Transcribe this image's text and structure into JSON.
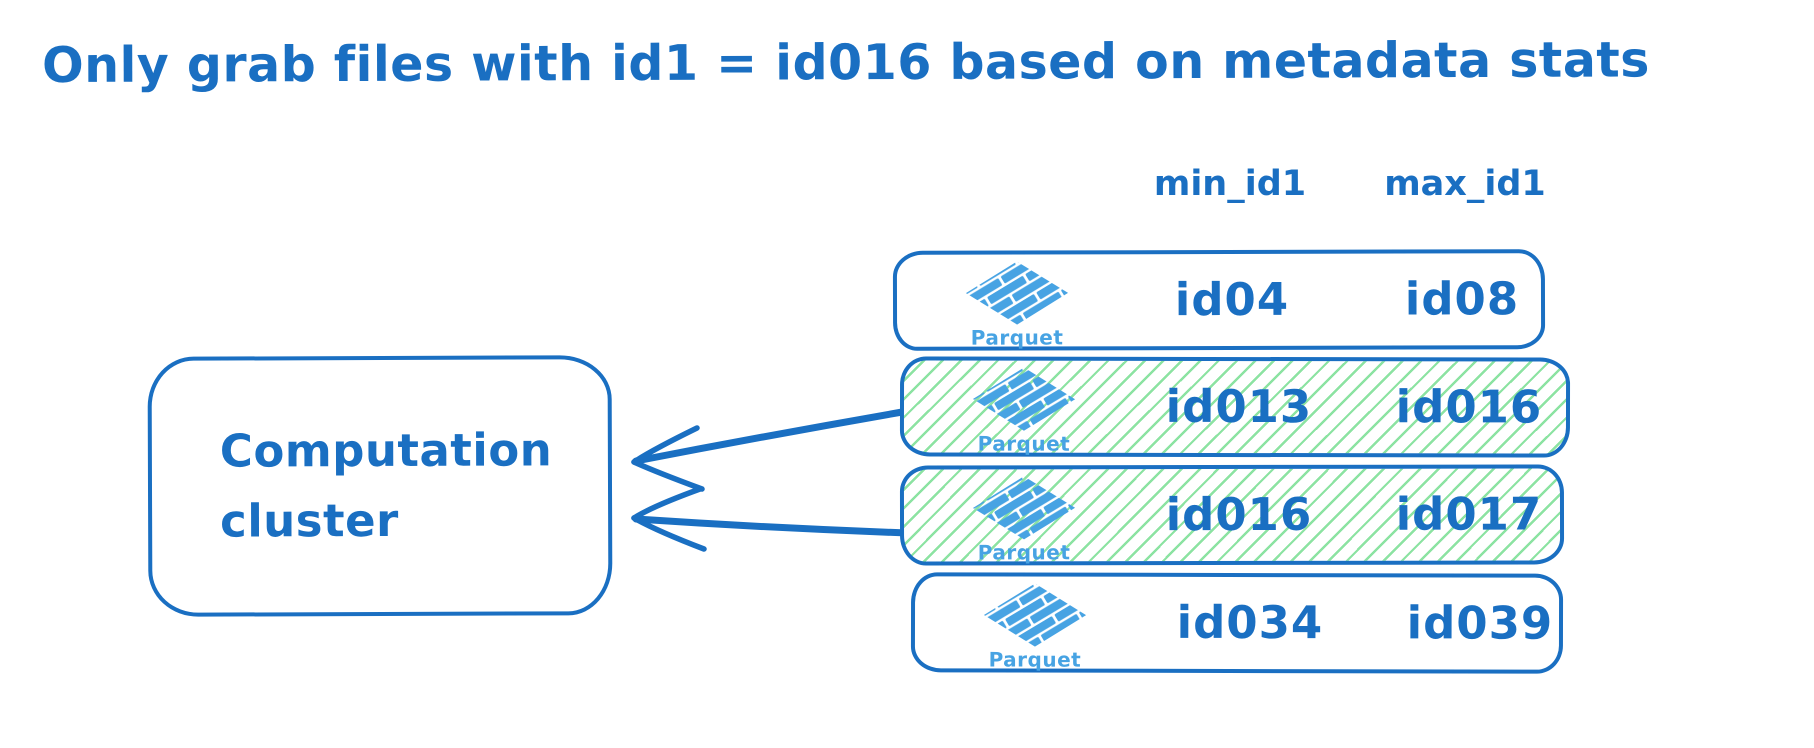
{
  "title": "Only grab files with id1 = id016 based on metadata stats",
  "column_headers": {
    "min": "min_id1",
    "max": "max_id1"
  },
  "cluster": {
    "label": "Computation cluster"
  },
  "parquet_label": "Parquet",
  "files": [
    {
      "min_id1": "id04",
      "max_id1": "id08",
      "highlighted": false
    },
    {
      "min_id1": "id013",
      "max_id1": "id016",
      "highlighted": true
    },
    {
      "min_id1": "id016",
      "max_id1": "id017",
      "highlighted": true
    },
    {
      "min_id1": "id034",
      "max_id1": "id039",
      "highlighted": false
    }
  ],
  "colors": {
    "ink": "#1a6fc2",
    "parquet_blue": "#47a3e3",
    "highlight_hatch": "#8ce3a2"
  }
}
